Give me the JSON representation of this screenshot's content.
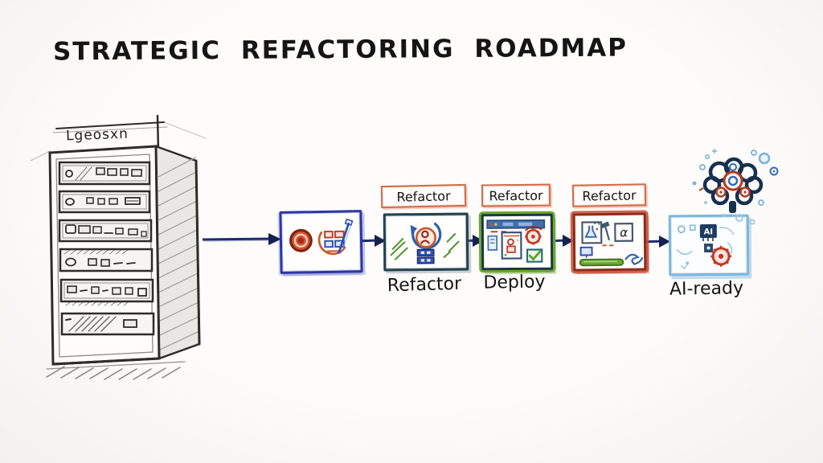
{
  "title": "STRATEGIC REFACTORING ROADMAP",
  "rack": {
    "label": "Lgeosxn",
    "unit_count": 6
  },
  "flow": {
    "arrow_color": "#1e2a6e",
    "label_box_border": "#d06b49",
    "stages": [
      {
        "name": "assessment",
        "top_label": "",
        "bottom_label": "",
        "border_color": "#2b35a8"
      },
      {
        "name": "refactor-1",
        "top_label": "Refactor",
        "bottom_label": "Refactor",
        "border_color": "#24404e"
      },
      {
        "name": "refactor-2",
        "top_label": "Refactor",
        "bottom_label": "Deploy",
        "border_color": "#6aa832"
      },
      {
        "name": "refactor-3",
        "top_label": "Refactor",
        "bottom_label": "",
        "border_color": "#b5402c"
      },
      {
        "name": "ai-ready",
        "top_label": "",
        "bottom_label": "AI-ready",
        "border_color": "#7fb6da"
      }
    ],
    "glyphs": {
      "alpha": "α",
      "ai_chip": "AI"
    }
  },
  "brain": {
    "outline_color": "#16314f",
    "node_red": "#b8391f",
    "node_blue": "#2f6fb0",
    "dot_blue": "#7ab1d8"
  }
}
